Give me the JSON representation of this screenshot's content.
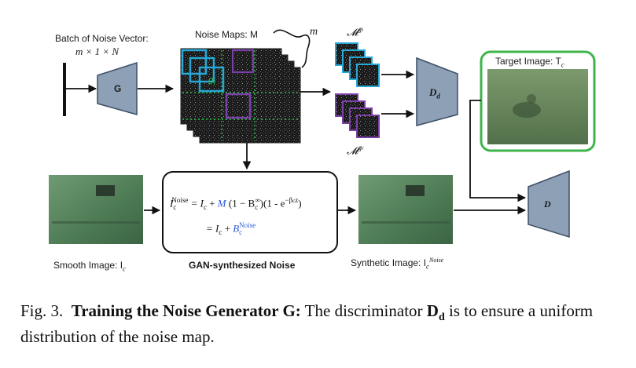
{
  "labels": {
    "batch_line1": "Batch of Noise Vector:",
    "batch_line2": "m × 1 × N",
    "generator": "G",
    "noise_maps": "Noise Maps: M",
    "m_brace": "m",
    "g_i": "g",
    "g_i_sub": "i",
    "mg_i": "𝓜",
    "mg_r": "𝓜",
    "g_r_sup": "g",
    "g_r_sub": "r",
    "d_d": "D",
    "d_d_sub": "d",
    "target_image": "Target Image: T",
    "target_image_sub": "c",
    "d": "D",
    "smooth_image": "Smooth Image: I",
    "smooth_image_sub": "c",
    "gan_noise": "GAN-synthesized Noise",
    "synthetic_image": "Synthetic Image: I",
    "synthetic_image_sub": "c",
    "synthetic_image_sup": "Noise"
  },
  "formula": {
    "line1_lhs": "I",
    "line1_lhs_sub": "c",
    "line1_lhs_sup": "Noise",
    "line1_eq": " = I",
    "line1_eq_sub": "c",
    "line1_plus": " + ",
    "line1_M": "M",
    "line1_rest_a": " (1 − B",
    "line1_B_sub": "c",
    "line1_B_sup": "∞",
    "line1_rest_b": ")(1 - e",
    "line1_exp": "−β",
    "line1_exp_sub": "c",
    "line1_exp_z": "z",
    "line1_close": ")",
    "line2_eq": "= I",
    "line2_sub": "c",
    "line2_plus": " + ",
    "line2_B": "B",
    "line2_B_sub": "c",
    "line2_B_sup": "Noise"
  },
  "caption": {
    "prefix": "Fig. 3.",
    "bold": "Training the Noise Generator G:",
    "text_a": " The discriminator ",
    "bold_dd": "D",
    "bold_dd_sub": "d",
    "text_b": " is to ensure a uniform distribution of the noise map."
  },
  "colors": {
    "block_fill": "#8da0b5",
    "block_stroke": "#3b4f66",
    "cyan": "#27a8d6",
    "purple": "#7b3fa8",
    "green_frame": "#3db54a",
    "green_dots": "#2fbf4a",
    "scene_green": "#4f7e55"
  }
}
